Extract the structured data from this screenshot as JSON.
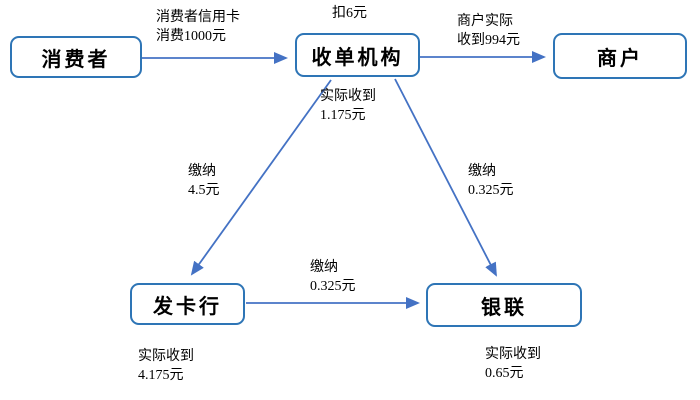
{
  "diagram_type": "flowchart",
  "topic": "card-payment-fee-split",
  "colors": {
    "box_border": "#2e75b6",
    "arrow": "#4472c4",
    "text": "#000000",
    "background": "#ffffff"
  },
  "nodes": [
    {
      "id": "consumer",
      "label": "消费者"
    },
    {
      "id": "acquirer",
      "label": "收单机构"
    },
    {
      "id": "merchant",
      "label": "商户"
    },
    {
      "id": "issuer",
      "label": "发卡行"
    },
    {
      "id": "unionpay",
      "label": "银联"
    }
  ],
  "edges": [
    {
      "from": "consumer",
      "to": "acquirer",
      "label_lines": [
        "消费者信用卡",
        "消费1000元"
      ]
    },
    {
      "from": "acquirer",
      "to": "merchant",
      "label_lines": [
        "商户实际",
        "收到994元"
      ]
    },
    {
      "from": "acquirer",
      "to": "issuer",
      "label_lines": [
        "缴纳",
        "4.5元"
      ]
    },
    {
      "from": "acquirer",
      "to": "unionpay",
      "label_lines": [
        "缴纳",
        "0.325元"
      ]
    },
    {
      "from": "issuer",
      "to": "unionpay",
      "label_lines": [
        "缴纳",
        "0.325元"
      ]
    }
  ],
  "annotations": [
    {
      "node": "acquirer",
      "position": "above",
      "lines": [
        "扣6元"
      ]
    },
    {
      "node": "acquirer",
      "position": "below",
      "lines": [
        "实际收到",
        "1.175元"
      ]
    },
    {
      "node": "issuer",
      "position": "below",
      "lines": [
        "实际收到",
        "4.175元"
      ]
    },
    {
      "node": "unionpay",
      "position": "below",
      "lines": [
        "实际收到",
        "0.65元"
      ]
    }
  ]
}
